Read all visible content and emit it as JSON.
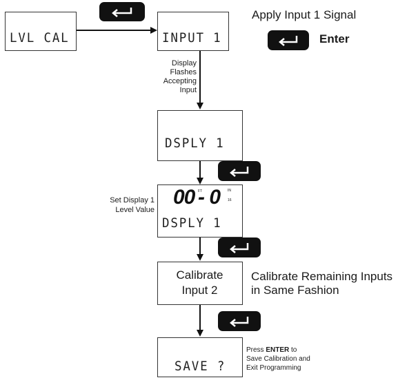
{
  "diagram": {
    "lcd_level_cal": "LVL CAL",
    "lcd_input1": "INPUT 1",
    "lcd_display1": "DSPLY 1",
    "lcd_display_value": "00",
    "lcd_display_value_sep": "- 0",
    "lcd_display_unit_ft": "FT",
    "lcd_display_unit_in": "IN",
    "lcd_display_unit_16": "16",
    "lcd_display_lower": "DSPLY 1",
    "lcd_save": "SAVE ?",
    "apply_signal_label": "Apply Input 1 Signal",
    "enter_label": "Enter",
    "display_flashes_line1": "Display",
    "display_flashes_line2": "Flashes",
    "display_flashes_line3": "Accepting",
    "display_flashes_line4": "Input",
    "set_display_line1": "Set Display 1",
    "set_display_line2": "Level Value",
    "calibrate_box_line1": "Calibrate",
    "calibrate_box_line2": "Input 2",
    "calibrate_remaining_line1": "Calibrate Remaining Inputs",
    "calibrate_remaining_line2": "in Same Fashion",
    "press_prefix": "Press ",
    "press_enter_bold": "ENTER",
    "press_suffix": " to",
    "save_line2": "Save Calibration and",
    "save_line3": "Exit Programming"
  },
  "icons": {
    "enter_key": "enter-return-icon"
  }
}
